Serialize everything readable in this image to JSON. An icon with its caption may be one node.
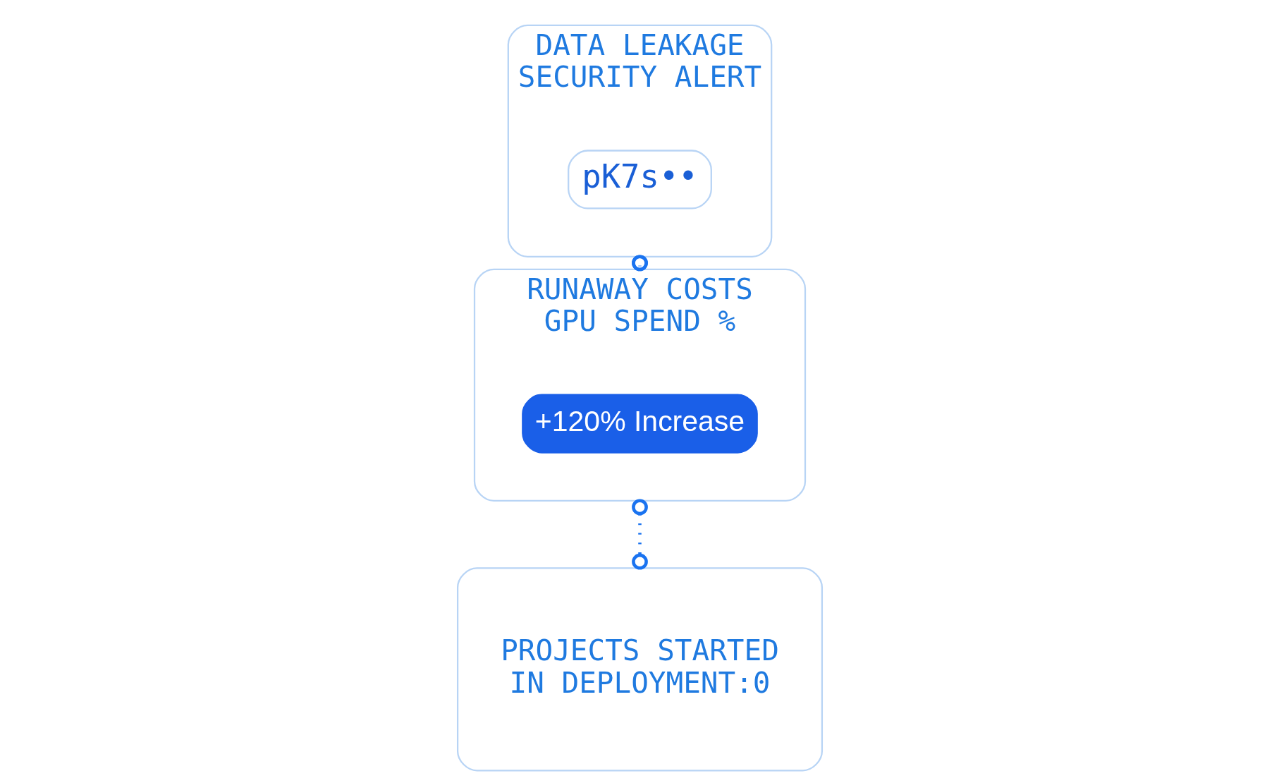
{
  "diagram": {
    "nodes": [
      {
        "text": [
          "DATA LEAKAGE",
          "SECURITY ALERT"
        ]
      },
      {
        "text": [
          "pK7s••"
        ],
        "in": 0
      },
      {
        "text": [
          "RUNAWAY COSTS",
          "GPU SPEND %"
        ]
      },
      {
        "text": [
          "+120% Increase"
        ],
        "in": 2
      },
      {
        "text": [
          "PROJECTS STARTED",
          "IN DEPLOYMENT:0"
        ]
      }
    ],
    "edges": [
      {
        "from": 0,
        "to": 2,
        "arrow": "other",
        "style": "dashed"
      },
      {
        "from": 2,
        "to": 4,
        "arrow": "other",
        "style": "dashed"
      }
    ]
  }
}
